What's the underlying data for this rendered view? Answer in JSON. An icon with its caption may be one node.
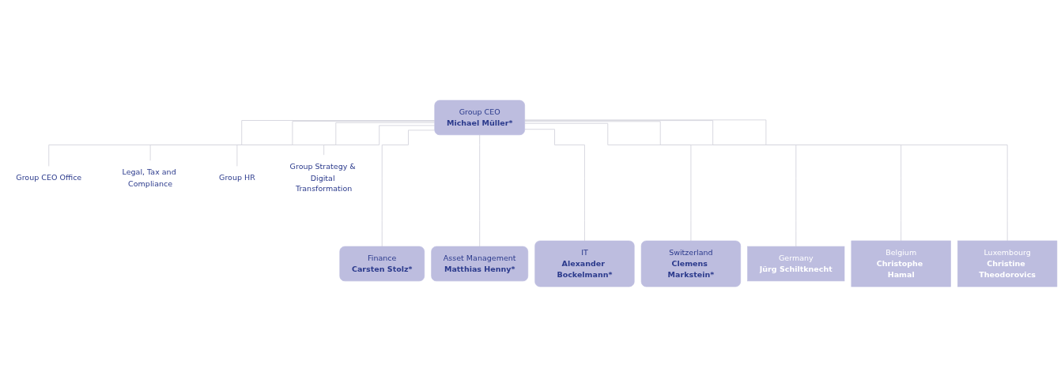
{
  "diagram": {
    "nodes": [
      {
        "text": [
          "Group CEO",
          "Michael Müller*"
        ]
      },
      {
        "text": [
          "Group CEO Office"
        ]
      },
      {
        "text": [
          "Legal, Tax and Compliance"
        ]
      },
      {
        "text": [
          "Group HR"
        ]
      },
      {
        "text": [
          "Group Strategy & Digital Transformation"
        ]
      },
      {
        "text": [
          "Finance",
          "Carsten Stolz*"
        ]
      },
      {
        "text": [
          "Asset Management",
          "Matthias Henny*"
        ]
      },
      {
        "text": [
          "IT",
          "Alexander Bockelmann*"
        ]
      },
      {
        "text": [
          "Switzerland",
          "Clemens Markstein*"
        ]
      },
      {
        "text": [
          "Germany",
          "Jürg Schiltknecht"
        ]
      },
      {
        "text": [
          "Belgium",
          "Christophe Hamal"
        ]
      },
      {
        "text": [
          "Luxembourg",
          "Christine Theodorovics"
        ]
      }
    ],
    "edges": [
      {
        "from": 0,
        "to": 1,
        "arrow": "none"
      },
      {
        "from": 0,
        "to": 2,
        "arrow": "none"
      },
      {
        "from": 0,
        "to": 3,
        "arrow": "none"
      },
      {
        "from": 0,
        "to": 4,
        "arrow": "none"
      },
      {
        "from": 0,
        "to": 5,
        "arrow": "none"
      },
      {
        "from": 0,
        "to": 6,
        "arrow": "none"
      },
      {
        "from": 0,
        "to": 7,
        "arrow": "none"
      },
      {
        "from": 0,
        "to": 8,
        "arrow": "none"
      },
      {
        "from": 0,
        "to": 9,
        "arrow": "none"
      },
      {
        "from": 0,
        "to": 10,
        "arrow": "none"
      },
      {
        "from": 0,
        "to": 11,
        "arrow": "none"
      }
    ]
  }
}
